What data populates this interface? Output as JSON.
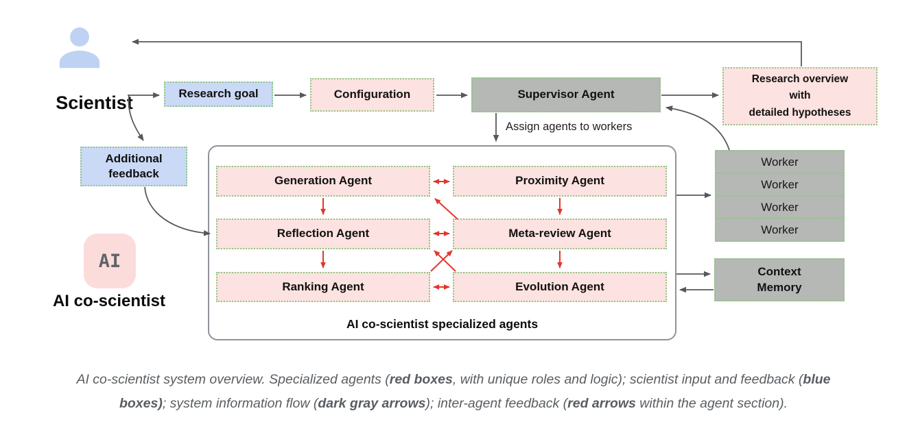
{
  "diagram": {
    "scientist": {
      "label": "Scientist"
    },
    "top_row": {
      "research_goal": "Research goal",
      "configuration": "Configuration",
      "supervisor": "Supervisor Agent",
      "research_overview": "Research overview\nwith\ndetailed hypotheses"
    },
    "assign_label": "Assign agents to workers",
    "additional_feedback": "Additional\nfeedback",
    "agents_container": {
      "label": "AI co-scientist specialized agents",
      "agents": {
        "generation": "Generation Agent",
        "proximity": "Proximity Agent",
        "reflection": "Reflection Agent",
        "meta_review": "Meta-review Agent",
        "ranking": "Ranking Agent",
        "evolution": "Evolution Agent"
      }
    },
    "workers": [
      "Worker",
      "Worker",
      "Worker",
      "Worker"
    ],
    "context_memory": "Context\nMemory",
    "ai_badge": {
      "icon_text": "AI",
      "label": "AI co-scientist"
    }
  },
  "caption": {
    "line1": [
      {
        "text": "AI co-scientist system overview. Specialized agents ("
      },
      {
        "text": "red boxes",
        "bold": true
      },
      {
        "text": ", with unique roles and logic); scientist input and feedback ("
      },
      {
        "text": "blue",
        "bold": true
      }
    ],
    "line2": [
      {
        "text": "boxes)",
        "bold": true
      },
      {
        "text": "; system information flow ("
      },
      {
        "text": "dark gray arrows",
        "bold": true
      },
      {
        "text": "); inter-agent feedback ("
      },
      {
        "text": "red arrows",
        "bold": true
      },
      {
        "text": " within the agent section)."
      }
    ]
  },
  "colors": {
    "red_box_fill": "#fce2e0",
    "blue_box_fill": "#cad9f6",
    "gray_box_fill": "#b6b8b6",
    "dotted_border_green": "#8cc87f",
    "arrow_gray": "#55585c",
    "arrow_red": "#e2362c",
    "scientist_icon_blue": "#bfd2f3",
    "caption_text": "#595d61"
  }
}
